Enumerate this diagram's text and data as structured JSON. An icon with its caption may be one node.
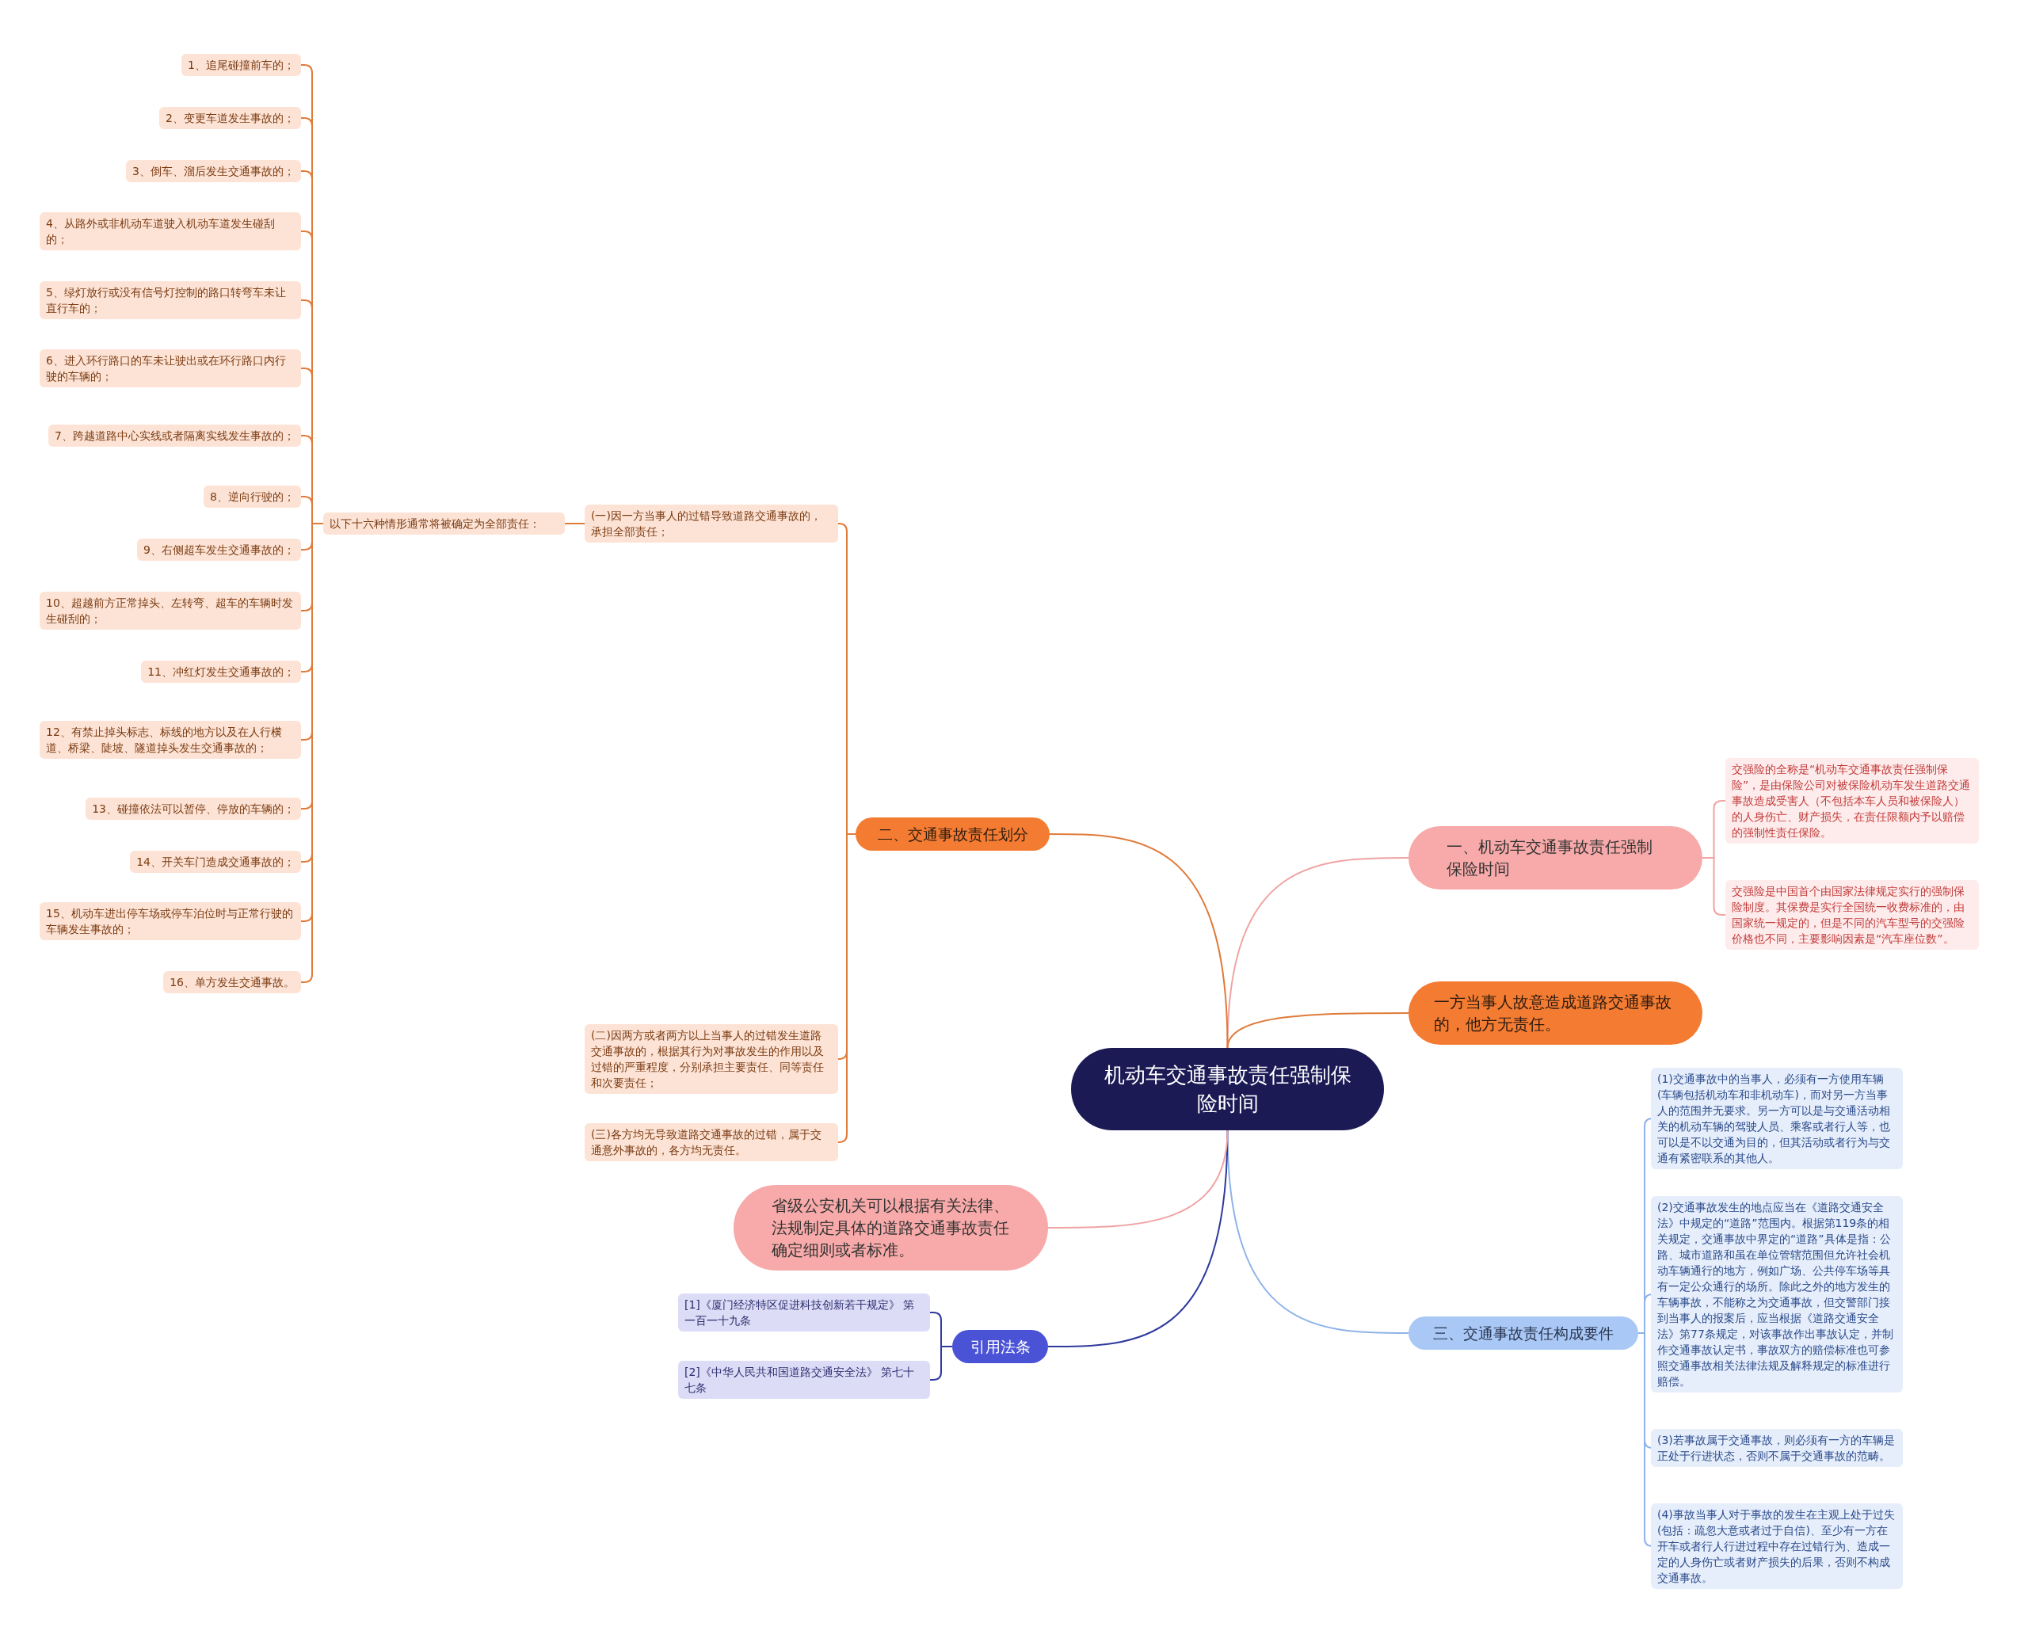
{
  "diagram": {
    "nodes": [
      {
        "text": [
          "机动车交通事故责任强制保险时间"
        ]
      },
      {
        "text": [
          "一、机动车交通事故责任强制保险时间"
        ]
      },
      {
        "text": [
          "交强险的全称是“机动车交通事故责任强制保险”，是由保险公司对被保险机动车发生道路交通事故造成受害人（不包括本车人员和被保险人）的人身伤亡、财产损失，在责任限额内予以赔偿的强制性责任保险。"
        ]
      },
      {
        "text": [
          "交强险是中国首个由国家法律规定实行的强制保险制度。其保费是实行全国统一收费标准的，由国家统一规定的，但是不同的汽车型号的交强险价格也不同，主要影响因素是“汽车座位数”。"
        ]
      },
      {
        "text": [
          "一方当事人故意造成道路交通事故的，他方无责任。"
        ]
      },
      {
        "text": [
          "三、交通事故责任构成要件"
        ]
      },
      {
        "text": [
          "(1)交通事故中的当事人，必须有一方使用车辆(车辆包括机动车和非机动车)，而对另一方当事人的范围并无要求。另一方可以是与交通活动相关的机动车辆的驾驶人员、乘客或者行人等，也可以是不以交通为目的，但其活动或者行为与交通有紧密联系的其他人。"
        ]
      },
      {
        "text": [
          "(2)交通事故发生的地点应当在《道路交通安全法》中规定的“道路”范围内。根据第119条的相关规定，交通事故中界定的“道路”具体是指：公路、城市道路和虽在单位管辖范围但允许社会机动车辆通行的地方，例如广场、公共停车场等具有一定公众通行的场所。除此之外的地方发生的车辆事故，不能称之为交通事故，但交警部门接到当事人的报案后，应当根据《道路交通安全法》第77条规定，对该事故作出事故认定，并制作交通事故认定书，事故双方的赔偿标准也可参照交通事故相关法律法规及解释规定的标准进行赔偿。"
        ]
      },
      {
        "text": [
          "(3)若事故属于交通事故，则必须有一方的车辆是正处于行进状态，否则不属于交通事故的范畴。"
        ]
      },
      {
        "text": [
          "(4)事故当事人对于事故的发生在主观上处于过失(包括：疏忽大意或者过于自信)、至少有一方在开车或者行人行进过程中存在过错行为、造成一定的人身伤亡或者财产损失的后果，否则不构成交通事故。"
        ]
      },
      {
        "text": [
          "引用法条"
        ]
      },
      {
        "text": [
          "[1]《厦门经济特区促进科技创新若干规定》 第一百一十九条"
        ]
      },
      {
        "text": [
          "[2]《中华人民共和国道路交通安全法》 第七十七条"
        ]
      },
      {
        "text": [
          "省级公安机关可以根据有关法律、法规制定具体的道路交通事故责任确定细则或者标准。"
        ]
      },
      {
        "text": [
          "二、交通事故责任划分"
        ]
      },
      {
        "text": [
          "(一)因一方当事人的过错导致道路交通事故的，承担全部责任；"
        ]
      },
      {
        "text": [
          "以下十六种情形通常将被确定为全部责任："
        ]
      },
      {
        "text": [
          "1、追尾碰撞前车的；"
        ]
      },
      {
        "text": [
          "2、变更车道发生事故的；"
        ]
      },
      {
        "text": [
          "3、倒车、溜后发生交通事故的；"
        ]
      },
      {
        "text": [
          "4、从路外或非机动车道驶入机动车道发生碰刮的；"
        ]
      },
      {
        "text": [
          "5、绿灯放行或没有信号灯控制的路口转弯车未让直行车的；"
        ]
      },
      {
        "text": [
          "6、进入环行路口的车未让驶出或在环行路口内行驶的车辆的；"
        ]
      },
      {
        "text": [
          "7、跨越道路中心实线或者隔离实线发生事故的；"
        ]
      },
      {
        "text": [
          "8、逆向行驶的；"
        ]
      },
      {
        "text": [
          "9、右侧超车发生交通事故的；"
        ]
      },
      {
        "text": [
          "10、超越前方正常掉头、左转弯、超车的车辆时发生碰刮的；"
        ]
      },
      {
        "text": [
          "11、冲红灯发生交通事故的；"
        ]
      },
      {
        "text": [
          "12、有禁止掉头标志、标线的地方以及在人行横道、桥梁、陡坡、隧道掉头发生交通事故的；"
        ]
      },
      {
        "text": [
          "13、碰撞依法可以暂停、停放的车辆的；"
        ]
      },
      {
        "text": [
          "14、开关车门造成交通事故的；"
        ]
      },
      {
        "text": [
          "15、机动车进出停车场或停车泊位时与正常行驶的车辆发生事故的；"
        ]
      },
      {
        "text": [
          "16、单方发生交通事故。"
        ]
      },
      {
        "text": [
          "(二)因两方或者两方以上当事人的过错发生道路交通事故的，根据其行为对事故发生的作用以及过错的严重程度，分别承担主要责任、同等责任和次要责任；"
        ]
      },
      {
        "text": [
          "(三)各方均无导致道路交通事故的过错，属于交通意外事故的，各方均无责任。"
        ]
      }
    ],
    "edges": [
      {
        "from": 0,
        "to": 1,
        "arrow": "none",
        "color": "#f0a3a3"
      },
      {
        "from": 1,
        "to": 2,
        "arrow": "none",
        "color": "#f0a3a3"
      },
      {
        "from": 1,
        "to": 3,
        "arrow": "none",
        "color": "#f0a3a3"
      },
      {
        "from": 0,
        "to": 4,
        "arrow": "none"
      },
      {
        "from": 0,
        "to": 5,
        "arrow": "none",
        "color": "#8fb3e8"
      },
      {
        "from": 5,
        "to": 6,
        "arrow": "none",
        "color": "#8fb3e8"
      },
      {
        "from": 5,
        "to": 7,
        "arrow": "none",
        "color": "#8fb3e8"
      },
      {
        "from": 5,
        "to": 8,
        "arrow": "none",
        "color": "#8fb3e8"
      },
      {
        "from": 5,
        "to": 9,
        "arrow": "none",
        "color": "#8fb3e8"
      },
      {
        "from": 0,
        "to": 10,
        "arrow": "none",
        "color": "#2f3a9e"
      },
      {
        "from": 10,
        "to": 11,
        "arrow": "none",
        "color": "#2f3a9e"
      },
      {
        "from": 10,
        "to": 12,
        "arrow": "none",
        "color": "#2f3a9e"
      },
      {
        "from": 0,
        "to": 13,
        "arrow": "none",
        "color": "#f0a3a3"
      },
      {
        "from": 0,
        "to": 14,
        "arrow": "none"
      },
      {
        "from": 14,
        "to": 15,
        "arrow": "none"
      },
      {
        "from": 15,
        "to": 16,
        "arrow": "none"
      },
      {
        "from": 16,
        "to": 17,
        "arrow": "none"
      },
      {
        "from": 16,
        "to": 18,
        "arrow": "none"
      },
      {
        "from": 16,
        "to": 19,
        "arrow": "none"
      },
      {
        "from": 16,
        "to": 20,
        "arrow": "none"
      },
      {
        "from": 16,
        "to": 21,
        "arrow": "none"
      },
      {
        "from": 16,
        "to": 22,
        "arrow": "none"
      },
      {
        "from": 16,
        "to": 23,
        "arrow": "none"
      },
      {
        "from": 16,
        "to": 24,
        "arrow": "none"
      },
      {
        "from": 16,
        "to": 25,
        "arrow": "none"
      },
      {
        "from": 16,
        "to": 26,
        "arrow": "none"
      },
      {
        "from": 16,
        "to": 27,
        "arrow": "none"
      },
      {
        "from": 16,
        "to": 28,
        "arrow": "none"
      },
      {
        "from": 16,
        "to": 29,
        "arrow": "none"
      },
      {
        "from": 16,
        "to": 30,
        "arrow": "none"
      },
      {
        "from": 16,
        "to": 31,
        "arrow": "none"
      },
      {
        "from": 16,
        "to": 32,
        "arrow": "none"
      },
      {
        "from": 14,
        "to": 33,
        "arrow": "none"
      },
      {
        "from": 14,
        "to": 34,
        "arrow": "none"
      }
    ]
  }
}
